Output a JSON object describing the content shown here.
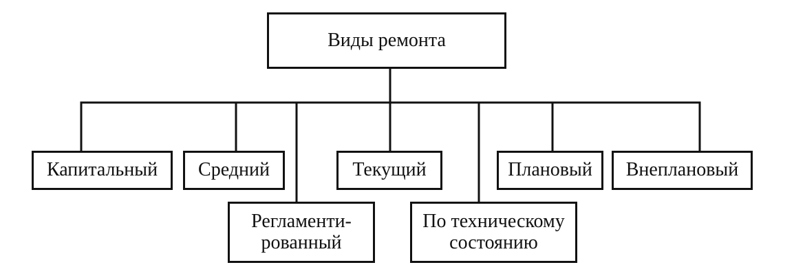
{
  "diagram": {
    "root": "Виды ремонта",
    "nodes": {
      "kapitalny": "Капитальный",
      "sredny": "Средний",
      "reglament": "Регламенти-\nрованный",
      "tekushchy": "Текущий",
      "po_tekh": "По техническому\nсостоянию",
      "planovy": "Плановый",
      "vneplanovy": "Внеплановый"
    }
  }
}
